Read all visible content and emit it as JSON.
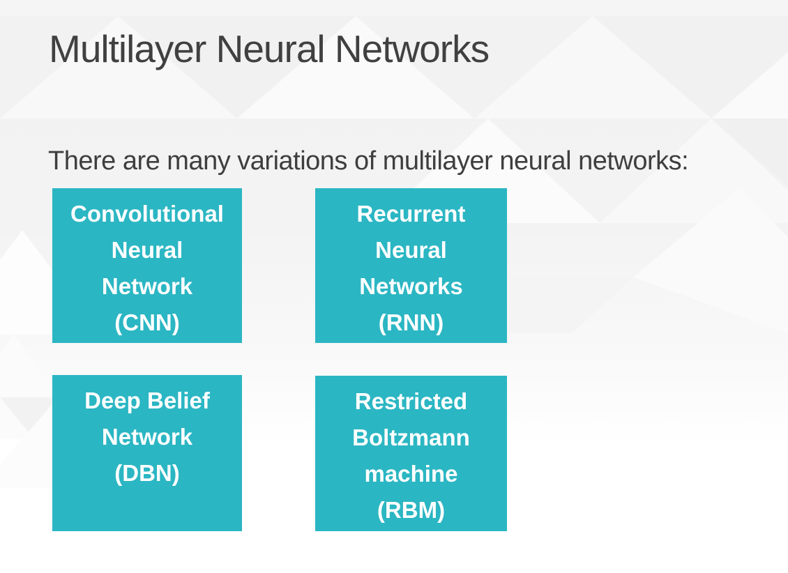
{
  "slide": {
    "title": "Multilayer Neural Networks",
    "intro": "There are many variations of multilayer neural networks:",
    "boxes": [
      {
        "id": "cnn",
        "label": "Convolutional\nNeural\nNetwork\n(CNN)"
      },
      {
        "id": "rnn",
        "label": "Recurrent\nNeural\nNetworks\n(RNN)"
      },
      {
        "id": "dbn",
        "label": "Deep Belief\nNetwork\n(DBN)"
      },
      {
        "id": "rbm",
        "label": "Restricted\nBoltzmann\nmachine\n(RBM)"
      }
    ],
    "colors": {
      "box_background": "#2BB6C3",
      "box_text": "#FFFFFF",
      "title_text": "#404040",
      "body_text": "#3E3E3E",
      "background_top": "#F2F2F2",
      "background_bottom": "#FFFFFF"
    }
  }
}
